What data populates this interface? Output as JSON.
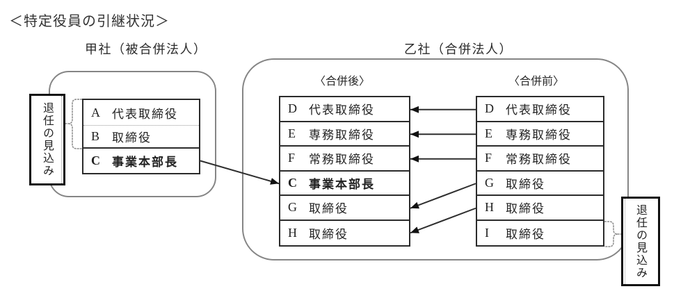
{
  "title": "＜特定役員の引継状況＞",
  "retirement_note": "退任の見込み",
  "absorbed_company": {
    "label": "甲社（被合併法人）",
    "officers": [
      {
        "letter": "A",
        "role": "代表取締役",
        "retiring": true
      },
      {
        "letter": "B",
        "role": "取締役",
        "retiring": true
      },
      {
        "letter": "C",
        "role": "事業本部長",
        "emphasized": true
      }
    ]
  },
  "surviving_company": {
    "label": "乙社（合併法人）",
    "after_merger": {
      "label": "〈合併後〉",
      "officers": [
        {
          "letter": "D",
          "role": "代表取締役"
        },
        {
          "letter": "E",
          "role": "専務取締役"
        },
        {
          "letter": "F",
          "role": "常務取締役"
        },
        {
          "letter": "C",
          "role": "事業本部長",
          "emphasized": true
        },
        {
          "letter": "G",
          "role": "取締役"
        },
        {
          "letter": "H",
          "role": "取締役"
        }
      ]
    },
    "before_merger": {
      "label": "〈合併前〉",
      "officers": [
        {
          "letter": "D",
          "role": "代表取締役"
        },
        {
          "letter": "E",
          "role": "専務取締役"
        },
        {
          "letter": "F",
          "role": "常務取締役"
        },
        {
          "letter": "G",
          "role": "取締役"
        },
        {
          "letter": "H",
          "role": "取締役"
        },
        {
          "letter": "I",
          "role": "取締役",
          "retiring": true
        }
      ]
    }
  },
  "transfers": [
    {
      "from": "absorbed.C",
      "to": "after.C"
    },
    {
      "from": "before.D",
      "to": "after.D"
    },
    {
      "from": "before.E",
      "to": "after.E"
    },
    {
      "from": "before.F",
      "to": "after.F"
    },
    {
      "from": "before.G",
      "to": "after.G"
    },
    {
      "from": "before.H",
      "to": "after.H"
    }
  ]
}
